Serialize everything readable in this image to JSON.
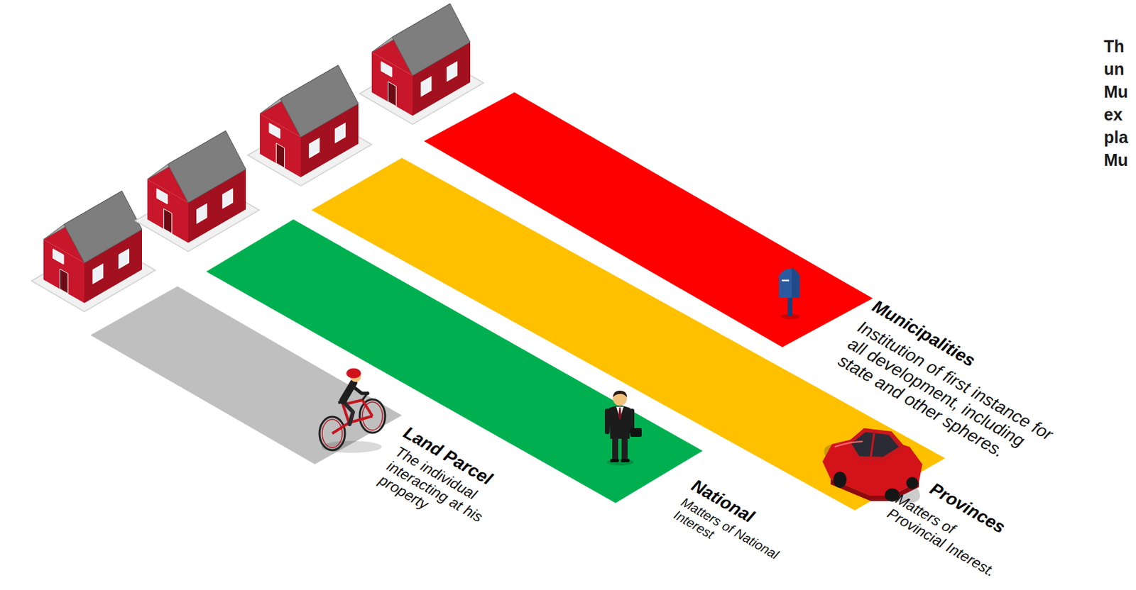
{
  "diagram": {
    "nodes": [
      {
        "text": [
          "Land Parcel",
          "The individual interacting at his property"
        ]
      },
      {
        "text": [
          "National",
          "Matters of National Interest"
        ]
      },
      {
        "text": [
          "Provinces",
          "Matters of Provincial Interest."
        ]
      },
      {
        "text": [
          "Municipalities",
          "Institution of first instance for all development, including state and other spheres."
        ]
      }
    ],
    "labels": [
      "Th un Mu ex pla Mu"
    ]
  }
}
